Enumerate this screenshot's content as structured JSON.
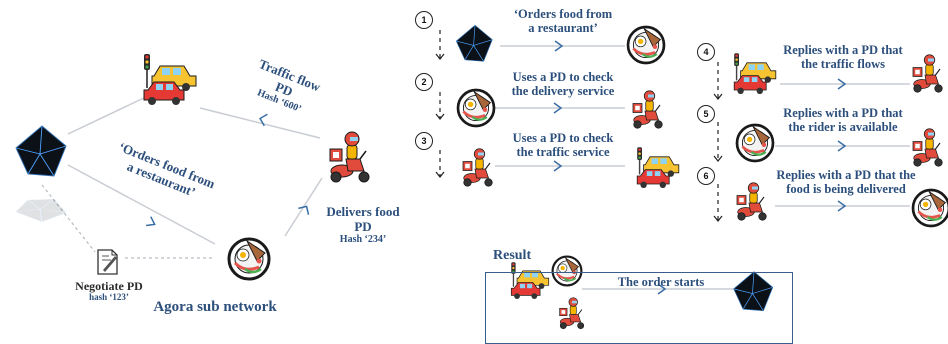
{
  "left_panel": {
    "traffic_label": "Traffic flow",
    "traffic_pd": "PD",
    "traffic_hash": "Hash ‘600’",
    "order_label_1": "‘Orders food from",
    "order_label_2": "a restaurant’",
    "delivers_label": "Delivers food",
    "delivers_pd": "PD",
    "delivers_hash": "Hash ‘234’",
    "negotiate_label": "Negotiate PD",
    "negotiate_hash": "hash ‘123’",
    "caption": "Agora sub network"
  },
  "steps": [
    {
      "num": "1",
      "line1": "‘Orders food from",
      "line2": "a restaurant’"
    },
    {
      "num": "2",
      "line1": "Uses a PD to check",
      "line2": "the delivery service"
    },
    {
      "num": "3",
      "line1": "Uses a PD to check",
      "line2": "the traffic service"
    },
    {
      "num": "4",
      "line1": "Replies with a PD that",
      "line2": "the traffic flows"
    },
    {
      "num": "5",
      "line1": "Replies with a PD that",
      "line2": "the rider is available"
    },
    {
      "num": "6",
      "line1": "Replies with a PD that the",
      "line2": "food is being delivered"
    }
  ],
  "result": {
    "heading": "Result",
    "label": "The order starts"
  },
  "colors": {
    "label_blue": "#2c4f7c",
    "arrow_gray": "#c9cdd3",
    "arrowhead_blue": "#3a6ea5",
    "diamond": "#0c1118"
  }
}
